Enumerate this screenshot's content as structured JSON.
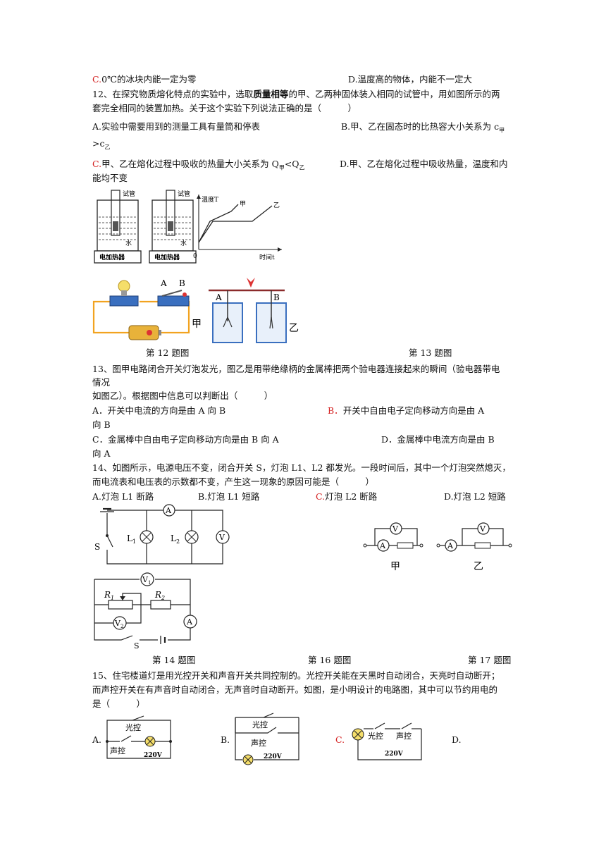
{
  "q11": {
    "c_letter": "C.",
    "c_text": "0℃的冰块内能一定为零",
    "d_text": "D.温度高的物体，内能不一定大"
  },
  "q12": {
    "stem_1a": "12、在探究物质熔化特点的实验中，选取",
    "stem_1b": "质量相等",
    "stem_1c": "的甲、乙两种固体装入相同的试管中，用如图所示的两",
    "stem_2": "套完全相同的装置加热。关于这个实验下列说法正确的是（　　　）",
    "a_text": "A.实验中需要用到的测量工具有量筒和停表",
    "b_text": "B.甲、乙在固态时的比热容大小关系为 c",
    "b_sub": "甲",
    "b_cont": ">c",
    "b_cont_sub": "乙",
    "c_letter": "C.",
    "c_text": "甲、乙在熔化过程中吸收的热量大小关系为 Q",
    "c_sub1": "甲",
    "c_mid": "<Q",
    "c_sub2": "乙",
    "d_text": "D.甲、乙在熔化过程中吸收热量，温度和内",
    "d_cont": "能均不变",
    "fig_tube_label": "试管",
    "fig_water_label": "水",
    "fig_heater_label": "电加热器",
    "graph_y_label": "温度T",
    "graph_x_label": "时间t",
    "graph_origin": "0",
    "graph_jia": "甲",
    "graph_yi": "乙"
  },
  "fig13": {
    "label_a": "A",
    "label_b": "B",
    "label_jia": "甲",
    "label_yi": "乙",
    "caption_12": "第 12 题图",
    "caption_13": "第 13 题图"
  },
  "q13": {
    "stem_1": "13、图甲电路闭合开关灯泡发光，图乙是用带绝缘柄的金属棒把两个验电器连接起来的瞬间（验电器带电",
    "stem_2": "情况",
    "stem_3": "如图乙）。根据图中信息可以判断出（　　　）",
    "a_text": "A．开关中电流的方向是由 A 向 B",
    "b_letter": "B．",
    "b_text": "开关中自由电子定向移动方向是由 A",
    "b_cont": "向 B",
    "c_text": "C．金属棒中自由电子定向移动方向是由 B 向 A",
    "d_text": "D．金属棒中电流方向是由 B",
    "d_cont": "向 A"
  },
  "q14": {
    "stem_1": "14、如图所示，电源电压不变，闭合开关 S，灯泡 L1、L2 都发光。一段时间后，其中一个灯泡突然熄灭，",
    "stem_2": "而电流表和电压表的示数都不变，产生这一现象的原因可能是（　　　）",
    "a_text": "A.灯泡 L1 断路",
    "b_text": "B.灯泡 L1 短路",
    "c_letter": "C.",
    "c_text": "灯泡 L2 断路",
    "d_text": "D.灯泡 L2 短路",
    "fig_s": "S",
    "fig_l1": "L",
    "fig_l1_sub": "1",
    "fig_l2": "L",
    "fig_l2_sub": "2",
    "meter_a": "A",
    "meter_v": "V"
  },
  "fig16": {
    "r1": "R",
    "r1_sub": "1",
    "r2": "R",
    "r2_sub": "2",
    "v1": "V",
    "v1_sub": "1",
    "v2": "V",
    "v2_sub": "2",
    "a": "A",
    "s": "S"
  },
  "fig17": {
    "v": "V",
    "a": "A",
    "jia": "甲",
    "yi": "乙"
  },
  "captions": {
    "fig14": "第 14 题图",
    "fig16": "第 16 题图",
    "fig17": "第 17 题图"
  },
  "q15": {
    "stem_1": "15、住宅楼道灯是用光控开关和声音开关共同控制的。光控开关能在天黑时自动闭合，天亮时自动断开；",
    "stem_2": "而声控开关在有声音时自动闭合，无声音时自动断开。如图，是小明设计的电路图，其中可以节约用电的",
    "stem_3": "是（　　　）",
    "a_label": "A.",
    "b_label": "B.",
    "c_label": "C.",
    "d_label": "D.",
    "light_ctrl": "光控",
    "sound_ctrl": "声控",
    "voltage": "220V"
  }
}
